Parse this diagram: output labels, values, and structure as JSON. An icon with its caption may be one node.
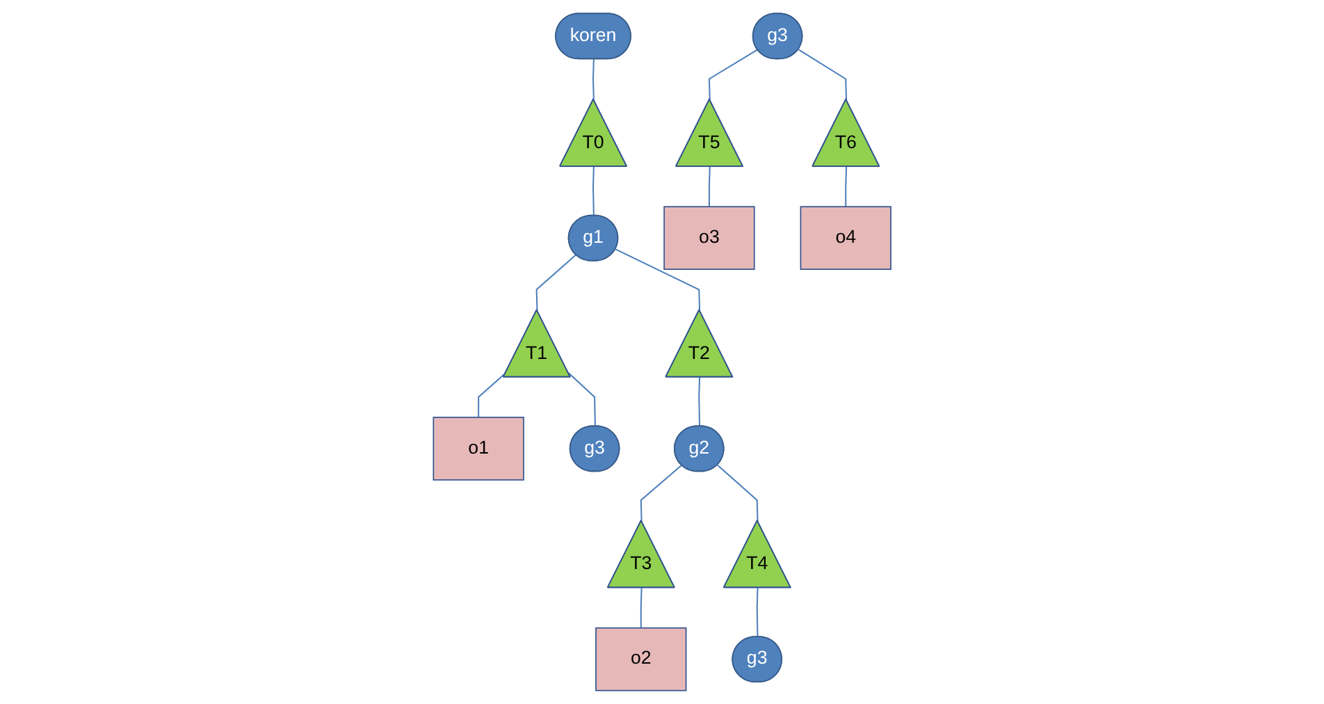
{
  "diagram": {
    "nodes": [
      {
        "text": [
          "koren"
        ]
      },
      {
        "text": [
          "T0"
        ]
      },
      {
        "text": [
          "g1"
        ]
      },
      {
        "text": [
          "T1"
        ]
      },
      {
        "text": [
          "T2"
        ]
      },
      {
        "text": [
          "o1"
        ]
      },
      {
        "text": [
          "g3"
        ]
      },
      {
        "text": [
          "g2"
        ]
      },
      {
        "text": [
          "T3"
        ]
      },
      {
        "text": [
          "T4"
        ]
      },
      {
        "text": [
          "o2"
        ]
      },
      {
        "text": [
          "g3"
        ]
      },
      {
        "text": [
          "g3"
        ]
      },
      {
        "text": [
          "T5"
        ]
      },
      {
        "text": [
          "T6"
        ]
      },
      {
        "text": [
          "o3"
        ]
      },
      {
        "text": [
          "o4"
        ]
      }
    ],
    "edges": [
      {
        "from": 0,
        "to": 1,
        "arrow": "none"
      },
      {
        "from": 1,
        "to": 2,
        "arrow": "none"
      },
      {
        "from": 2,
        "to": 3,
        "arrow": "none"
      },
      {
        "from": 2,
        "to": 4,
        "arrow": "none"
      },
      {
        "from": 3,
        "to": 5,
        "arrow": "none"
      },
      {
        "from": 3,
        "to": 6,
        "arrow": "none"
      },
      {
        "from": 4,
        "to": 7,
        "arrow": "none"
      },
      {
        "from": 7,
        "to": 8,
        "arrow": "none"
      },
      {
        "from": 7,
        "to": 9,
        "arrow": "none"
      },
      {
        "from": 8,
        "to": 10,
        "arrow": "none"
      },
      {
        "from": 9,
        "to": 11,
        "arrow": "none"
      },
      {
        "from": 12,
        "to": 13,
        "arrow": "none"
      },
      {
        "from": 12,
        "to": 14,
        "arrow": "none"
      },
      {
        "from": 13,
        "to": 15,
        "arrow": "none"
      },
      {
        "from": 14,
        "to": 16,
        "arrow": "none"
      }
    ]
  }
}
